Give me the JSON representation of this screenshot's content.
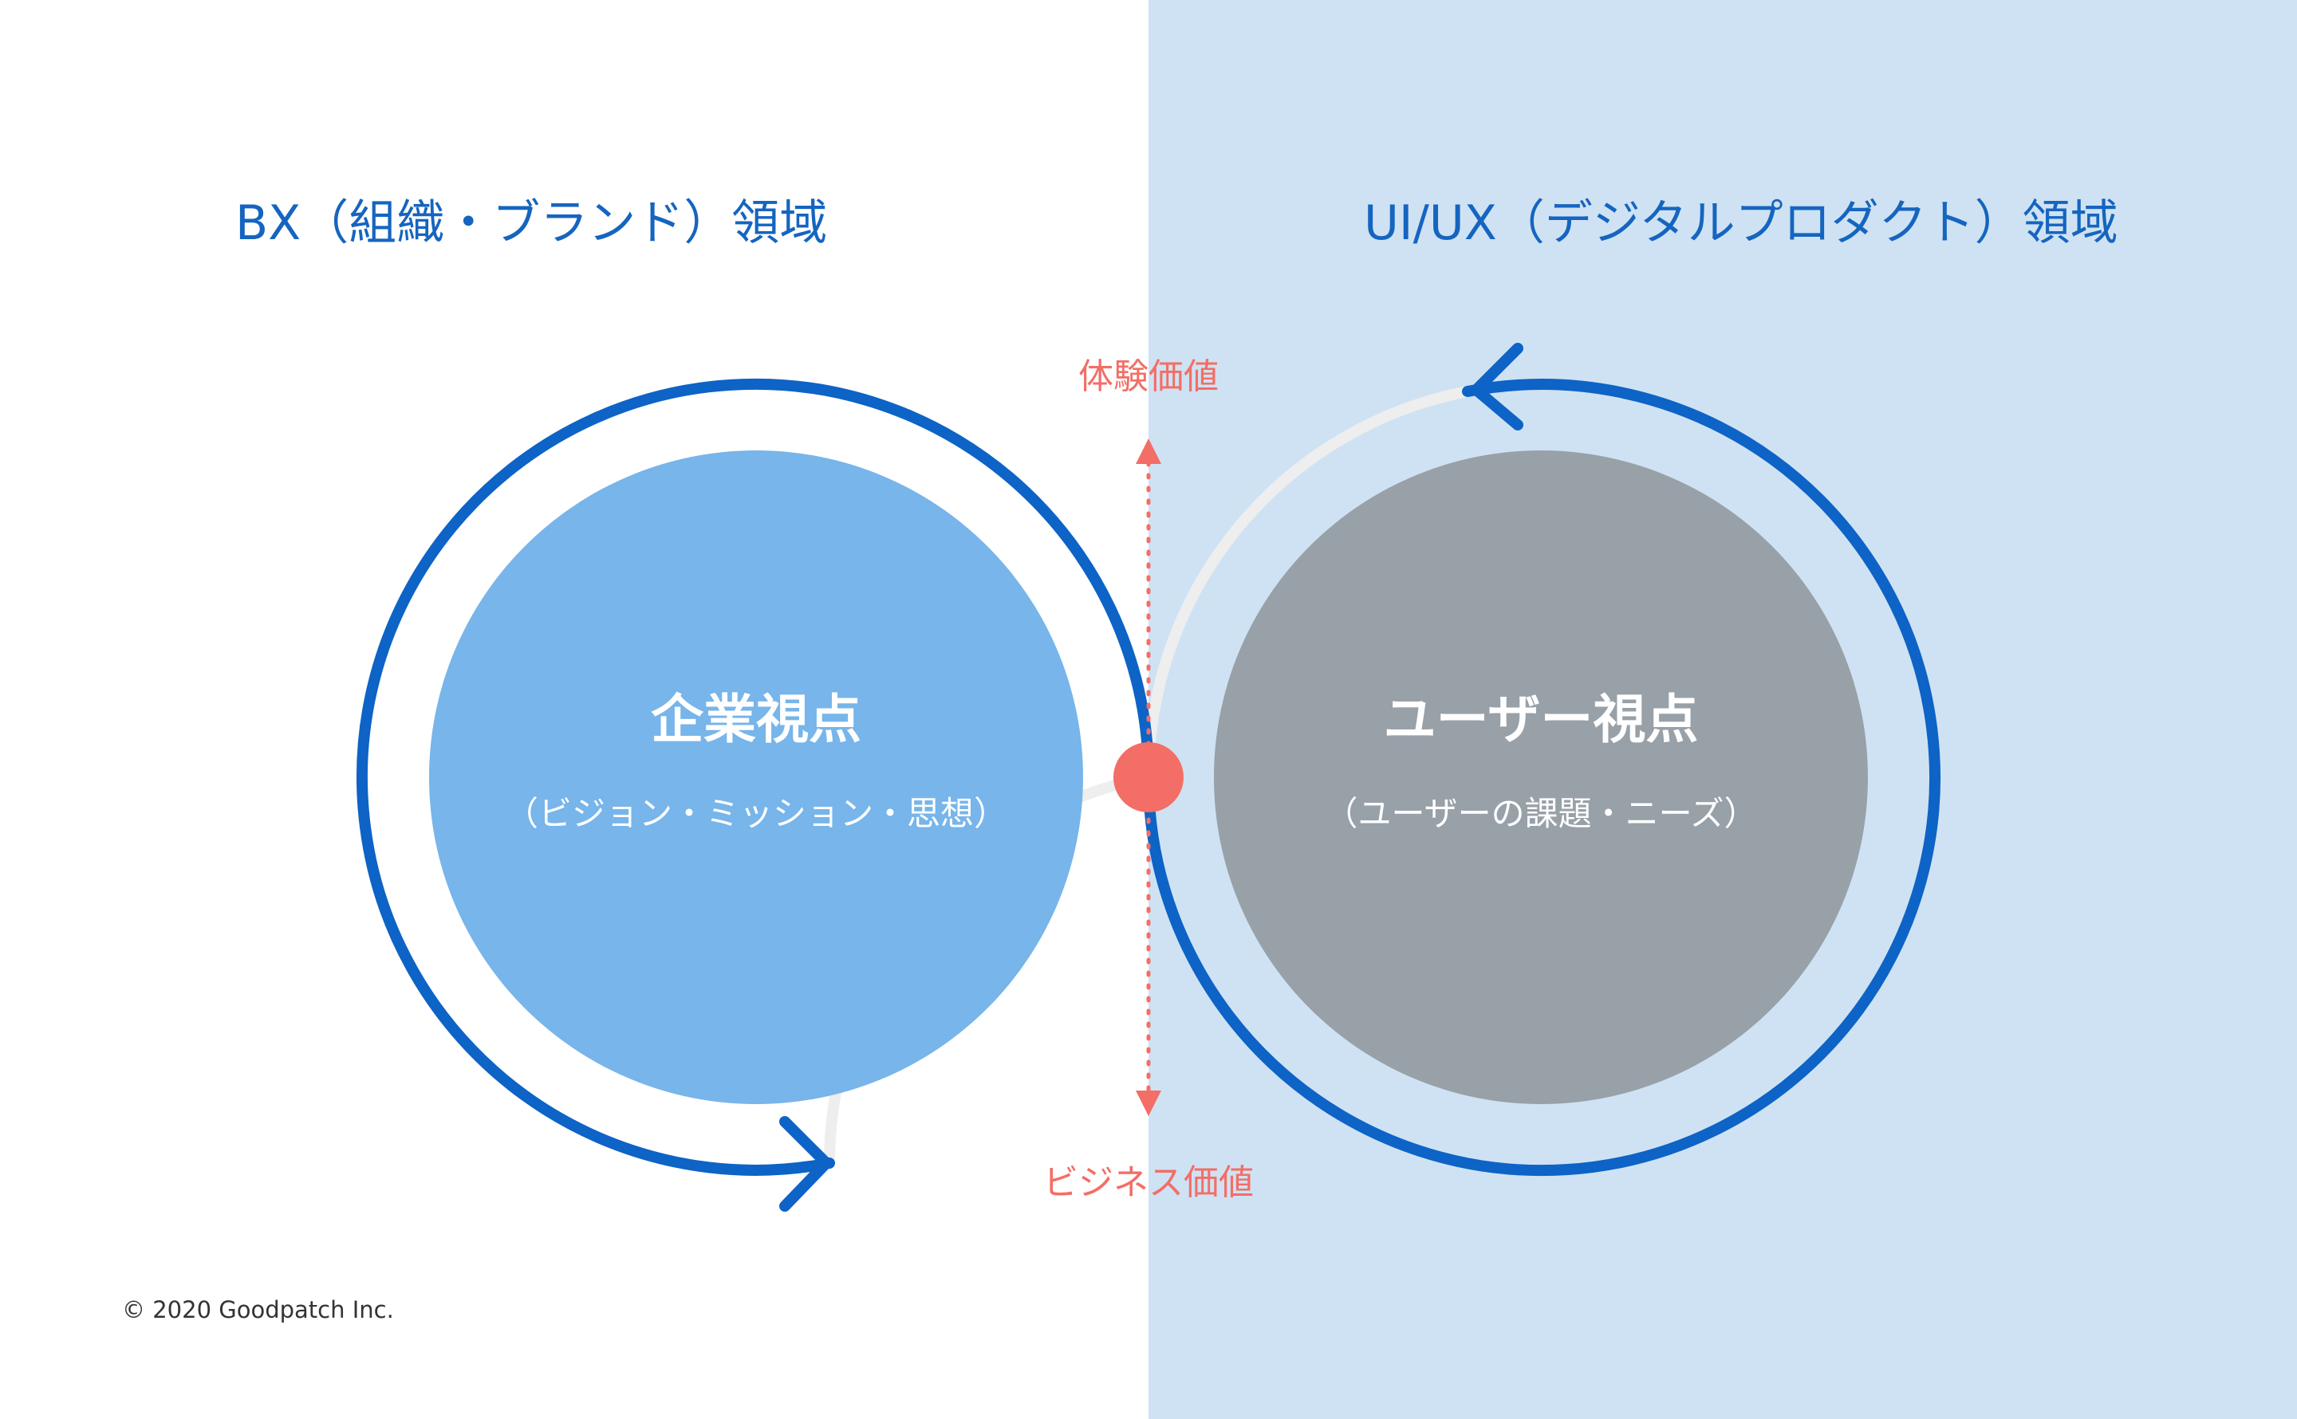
{
  "colors": {
    "background_left": "#ffffff",
    "background_right": "#cfe2f3",
    "heading_blue": "#1565c0",
    "ring_blue": "#0d63c6",
    "track_gray": "#eeeeee",
    "corporate_circle": "#77b5ea",
    "user_circle": "#98a0a8",
    "accent_coral": "#f36e66",
    "inner_text": "#ffffff",
    "copyright_text": "#333333"
  },
  "headings": {
    "left": "BX（組織・ブランド）領域",
    "right": "UI/UX（デジタルプロダクト）領域"
  },
  "axis": {
    "top_label": "体験価値",
    "bottom_label": "ビジネス価値"
  },
  "circles": {
    "corporate": {
      "title": "企業視点",
      "subtitle": "（ビジョン・ミッション・思想）"
    },
    "user": {
      "title": "ユーザー視点",
      "subtitle": "（ユーザーの課題・ニーズ）"
    }
  },
  "icons": {
    "left_cycle_arrow": "arrow-right-icon",
    "right_cycle_arrow": "arrow-left-icon",
    "axis_up": "triangle-up-icon",
    "axis_down": "triangle-down-icon",
    "center_node": "circle-dot-icon"
  },
  "footer": {
    "copyright": "© 2020 Goodpatch Inc."
  }
}
